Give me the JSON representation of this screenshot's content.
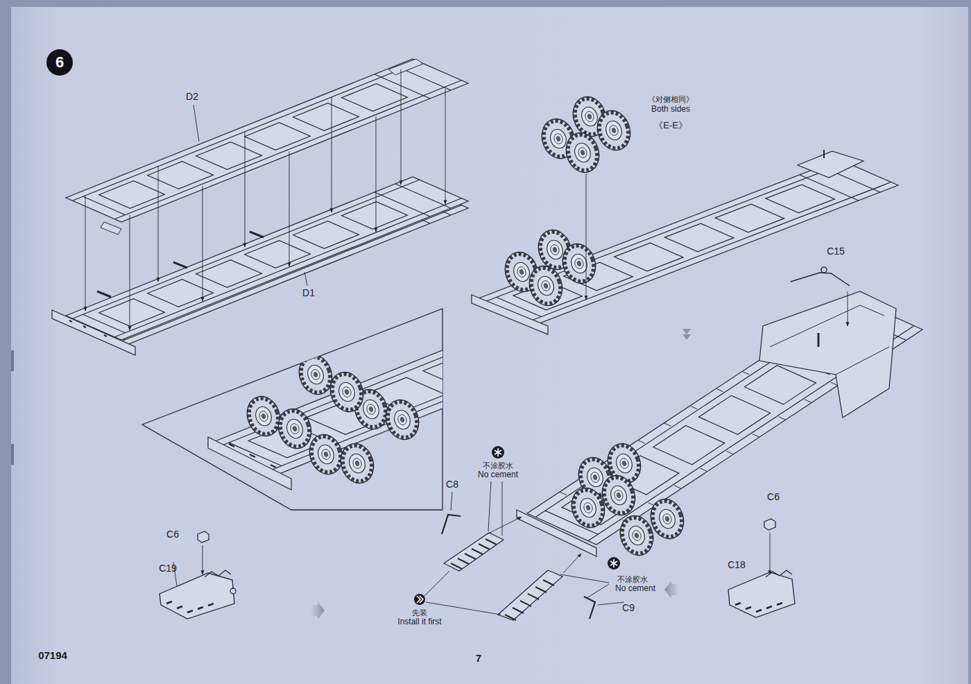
{
  "diagram": {
    "nodes": [
      {
        "text": [
          "6"
        ]
      }
    ],
    "labels": [
      "D2",
      "D1",
      "《对侧相同》",
      "Both sides",
      "《E-E》",
      "C15",
      "C8",
      "不涂胶水",
      "No cement",
      "C6",
      "C6",
      "C19",
      "C18",
      "不涂胶水",
      "No cement",
      "C9",
      "先装",
      "Install it first",
      "07194",
      "7"
    ]
  }
}
